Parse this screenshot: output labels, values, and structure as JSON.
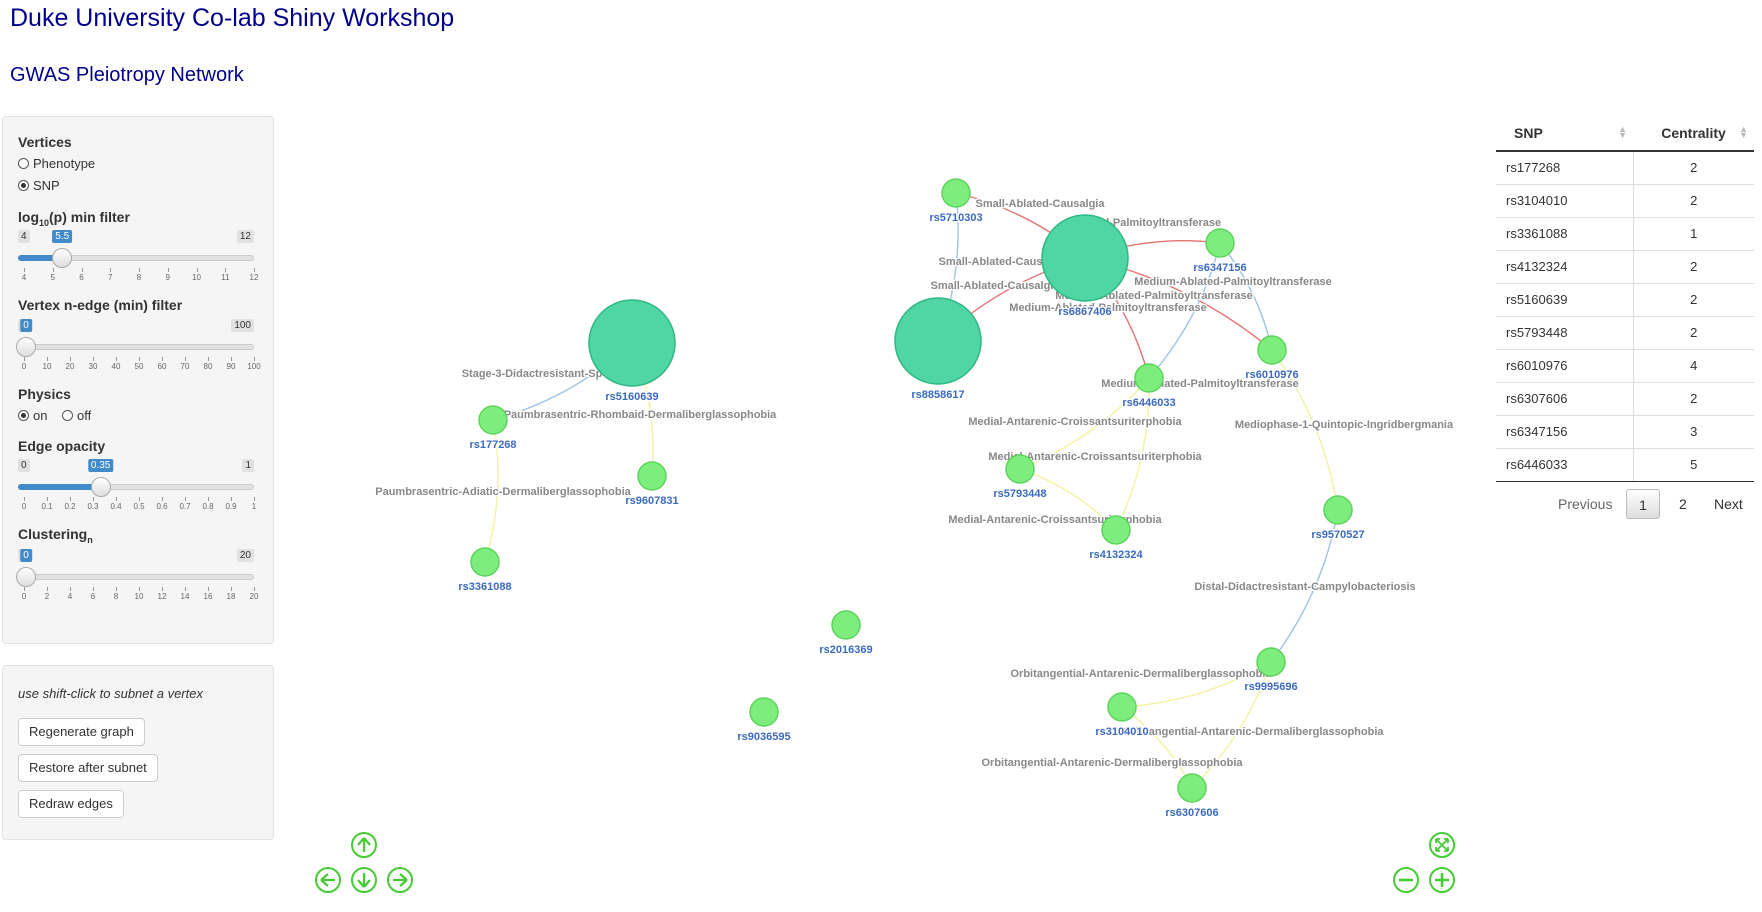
{
  "header": {
    "title": "Duke University Co-lab Shiny Workshop",
    "subtitle": "GWAS Pleiotropy Network"
  },
  "controls": {
    "vertices": {
      "label": "Vertices",
      "options": [
        "Phenotype",
        "SNP"
      ],
      "selected": "SNP"
    },
    "log_filter": {
      "label_main": "log",
      "label_sub": "10",
      "label_rest": "(p) min filter",
      "min": "4",
      "max": "12",
      "value": "5.5",
      "value_fraction": 0.1875,
      "ticks": [
        "4",
        "5",
        "6",
        "7",
        "8",
        "9",
        "10",
        "11",
        "12"
      ]
    },
    "edge_filter": {
      "label": "Vertex n-edge (min) filter",
      "min": "0",
      "max": "100",
      "value": "0",
      "value_fraction": 0,
      "ticks": [
        "0",
        "10",
        "20",
        "30",
        "40",
        "50",
        "60",
        "70",
        "80",
        "90",
        "100"
      ]
    },
    "physics": {
      "label": "Physics",
      "options": [
        "on",
        "off"
      ],
      "selected": "on"
    },
    "edge_opacity": {
      "label": "Edge opacity",
      "min": "0",
      "max": "1",
      "value": "0.35",
      "value_fraction": 0.35,
      "ticks": [
        "0",
        "0.1",
        "0.2",
        "0.3",
        "0.4",
        "0.5",
        "0.6",
        "0.7",
        "0.8",
        "0.9",
        "1"
      ]
    },
    "clustering": {
      "label_main": "Clustering",
      "label_sub": "n",
      "min": "0",
      "max": "20",
      "value": "0",
      "value_fraction": 0,
      "ticks": [
        "0",
        "2",
        "4",
        "6",
        "8",
        "10",
        "12",
        "14",
        "16",
        "18",
        "20"
      ]
    }
  },
  "actions": {
    "hint": "use shift-click to subnet a vertex",
    "regenerate": "Regenerate graph",
    "restore": "Restore after subnet",
    "redraw": "Redraw edges"
  },
  "network": {
    "nodes": [
      {
        "label": "rs5160639"
      },
      {
        "label": "rs177268"
      },
      {
        "label": "rs9607831"
      },
      {
        "label": "rs3361088"
      },
      {
        "label": "rs5710303"
      },
      {
        "label": "rs8858617"
      },
      {
        "label": "rs6867406"
      },
      {
        "label": "rs6347156"
      },
      {
        "label": "rs6010976"
      },
      {
        "label": "rs6446033"
      },
      {
        "label": "rs5793448"
      },
      {
        "label": "rs4132324"
      },
      {
        "label": "rs9570527"
      },
      {
        "label": "rs2016369"
      },
      {
        "label": "rs9036595"
      },
      {
        "label": "rs9995696"
      },
      {
        "label": "rs3104010"
      },
      {
        "label": "rs6307606"
      }
    ],
    "edge_labels": [
      "Stage-3-Didactresistant-Sp",
      "Paumbrasentric-Rhombaid-Dermaliberglassophobia",
      "Paumbrasentric-Adiatic-Dermaliberglassophobia",
      "Small-Ablated-Causalgia",
      "Small-Ablated-Causalgia",
      "Small-Ablated-Causalgia",
      "Ablated-Palmitoyltransferase",
      "Medium-Ablated-Palmitoyltransferase",
      "Medium-Ablated-Palmitoyltransferase",
      "Medium-Ablated-Palmitoyltransferase",
      "Medium-Ablated-Palmitoyltransferase",
      "Medial-Antarenic-Croissantsuriterphobia",
      "Medial-Antarenic-Croissantsuriterphobia",
      "Medial-Antarenic-Croissantsuriterphobia",
      "Mediophase-1-Quintopic-Ingridbergmania",
      "Distal-Didactresistant-Campylobacteriosis",
      "Orbitangential-Antarenic-Dermaliberglassophobia",
      "Orbitangential-Antarenic-Dermaliberglassophobia",
      "Orbitangential-Antarenic-Dermaliberglassophobia"
    ]
  },
  "table": {
    "columns": [
      "SNP",
      "Centrality"
    ],
    "rows": [
      [
        "rs177268",
        "2"
      ],
      [
        "rs3104010",
        "2"
      ],
      [
        "rs3361088",
        "1"
      ],
      [
        "rs4132324",
        "2"
      ],
      [
        "rs5160639",
        "2"
      ],
      [
        "rs5793448",
        "2"
      ],
      [
        "rs6010976",
        "4"
      ],
      [
        "rs6307606",
        "2"
      ],
      [
        "rs6347156",
        "3"
      ],
      [
        "rs6446033",
        "5"
      ]
    ],
    "pager": {
      "previous": "Previous",
      "current": "1",
      "next_page": "2",
      "next": "Next"
    }
  },
  "colors": {
    "title": "#00008b",
    "node_small": "#7dee7d",
    "node_large": "#4fd6a4",
    "edge_red": "#e57373",
    "edge_blue": "#9ec3ec",
    "edge_yellow": "#f2f2a0",
    "node_label": "#3b6bbf",
    "nav_green": "#44cc33",
    "slider_blue": "#428bca"
  }
}
